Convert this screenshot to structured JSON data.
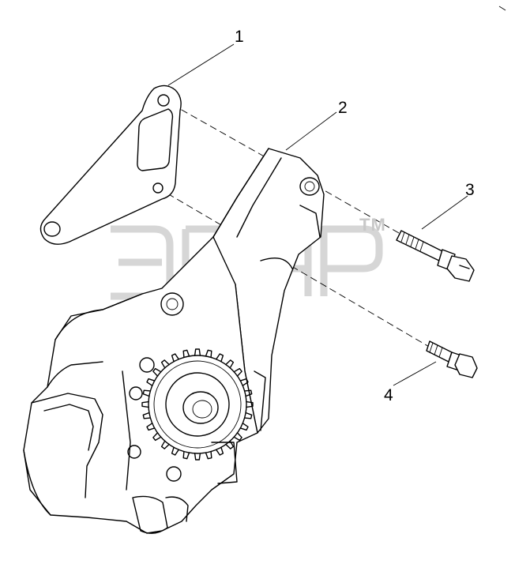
{
  "diagram": {
    "callouts": [
      {
        "id": "1",
        "label": "1"
      },
      {
        "id": "2",
        "label": "2"
      },
      {
        "id": "3",
        "label": "3"
      },
      {
        "id": "4",
        "label": "4"
      }
    ],
    "watermark_tm": "TM",
    "colors": {
      "line": "#000000",
      "watermark": "#d6d6d6",
      "background": "#ffffff"
    }
  }
}
